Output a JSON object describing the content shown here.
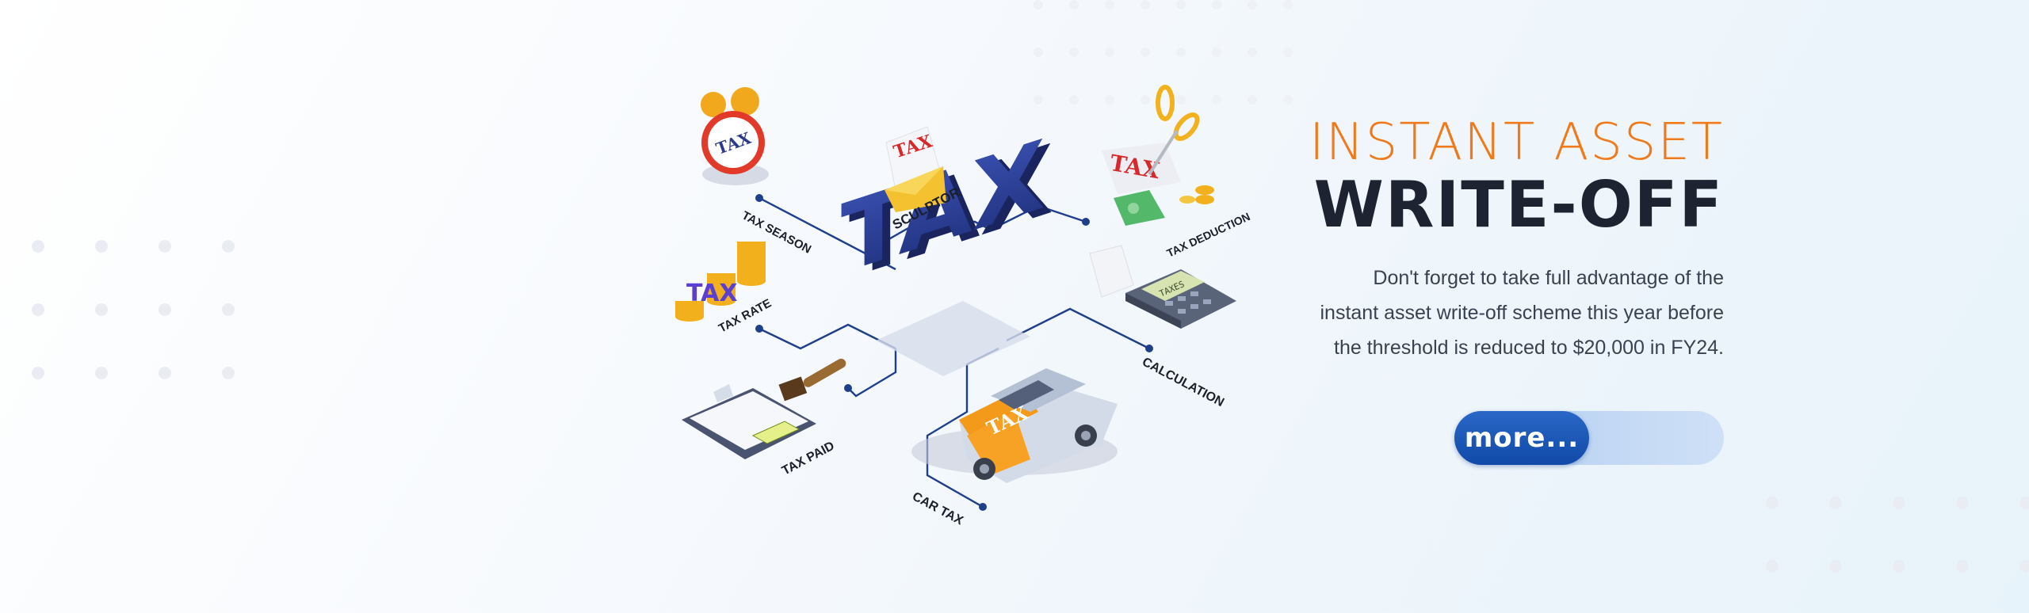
{
  "hero": {
    "title_line1": "INSTANT ASSET",
    "title_line2": "WRITE-OFF",
    "description": [
      "Don't forget to take full advantage of the",
      "instant asset write-off scheme this year before",
      "the threshold is reduced to $20,000 in FY24."
    ],
    "button_label": "more..."
  },
  "illustration": {
    "center_label": "TAX",
    "nodes": {
      "tax_season": "TAX SEASON",
      "sculptor": "SCULPTOR",
      "tax_deduction": "TAX DEDUCTION",
      "tax_rate": "TAX RATE",
      "calculation": "CALCULATION",
      "tax_paid": "TAX PAID",
      "car_tax": "CAR TAX"
    },
    "icon_text": {
      "clock": "TAX",
      "envelope": "TAX",
      "deduction_paper": "TAX",
      "car": "TAX",
      "rate_letters": "TAX",
      "calculator_screen": "TAXES"
    }
  },
  "colors": {
    "accent_orange": "#f07a1a",
    "title_dark": "#1d2330",
    "button_blue": "#1a56b5",
    "button_track": "#c0d7f4",
    "tax_blue": "#2c3f8f",
    "line_blue": "#1f3f8a"
  }
}
